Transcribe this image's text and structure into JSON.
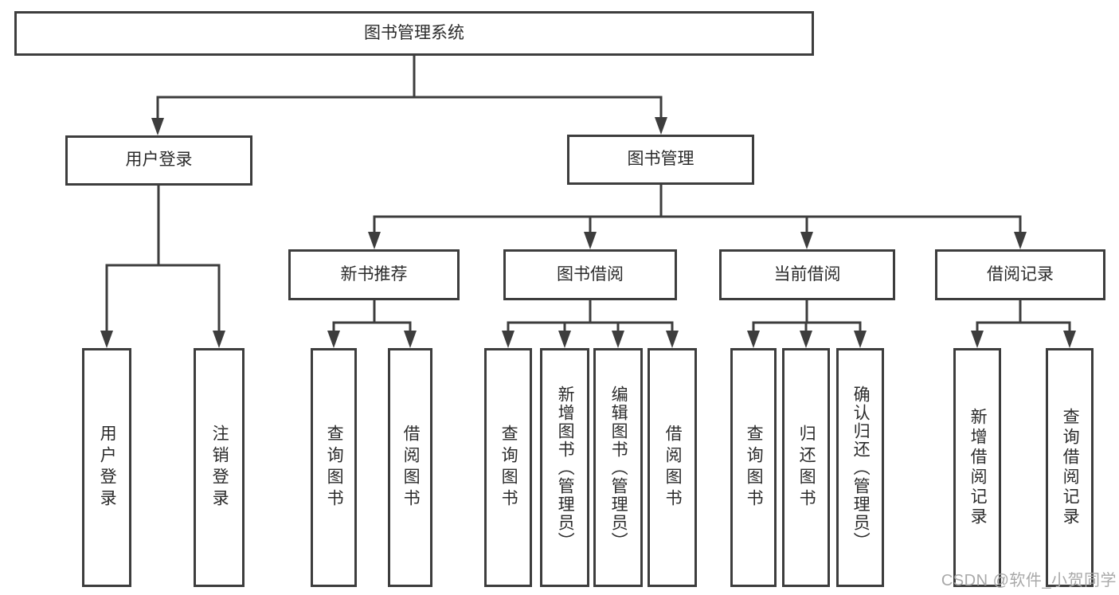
{
  "diagram": {
    "title": "图书管理系统",
    "line_color": "#3d3d3d",
    "text_color": "#2b2b2b",
    "background_color": "#ffffff",
    "nodes": [
      {
        "id": "root",
        "label": "图书管理系统",
        "orientation": "horizontal"
      },
      {
        "id": "user-login-group",
        "label": "用户登录",
        "orientation": "horizontal"
      },
      {
        "id": "book-management",
        "label": "图书管理",
        "orientation": "horizontal"
      },
      {
        "id": "new-book-recommend",
        "label": "新书推荐",
        "orientation": "horizontal"
      },
      {
        "id": "book-borrowing",
        "label": "图书借阅",
        "orientation": "horizontal"
      },
      {
        "id": "current-borrowing",
        "label": "当前借阅",
        "orientation": "horizontal"
      },
      {
        "id": "borrowing-records",
        "label": "借阅记录",
        "orientation": "horizontal"
      },
      {
        "id": "leaf-user-login",
        "label": "用户登录",
        "orientation": "vertical"
      },
      {
        "id": "leaf-logout",
        "label": "注销登录",
        "orientation": "vertical"
      },
      {
        "id": "leaf-query-book-1",
        "label": "查询图书",
        "orientation": "vertical"
      },
      {
        "id": "leaf-borrow-book-1",
        "label": "借阅图书",
        "orientation": "vertical"
      },
      {
        "id": "leaf-query-book-2",
        "label": "查询图书",
        "orientation": "vertical"
      },
      {
        "id": "leaf-add-book",
        "label": "新增图书（管理员）",
        "orientation": "vertical"
      },
      {
        "id": "leaf-edit-book",
        "label": "编辑图书（管理员）",
        "orientation": "vertical"
      },
      {
        "id": "leaf-borrow-book-2",
        "label": "借阅图书",
        "orientation": "vertical"
      },
      {
        "id": "leaf-query-book-3",
        "label": "查询图书",
        "orientation": "vertical"
      },
      {
        "id": "leaf-return-book",
        "label": "归还图书",
        "orientation": "vertical"
      },
      {
        "id": "leaf-confirm-return",
        "label": "确认归还（管理员）",
        "orientation": "vertical"
      },
      {
        "id": "leaf-add-record",
        "label": "新增借阅记录",
        "orientation": "vertical"
      },
      {
        "id": "leaf-query-record",
        "label": "查询借阅记录",
        "orientation": "vertical"
      }
    ],
    "hierarchy": [
      {
        "parent": "图书管理系统",
        "children": [
          "用户登录",
          "图书管理"
        ]
      },
      {
        "parent": "用户登录",
        "children": [
          "用户登录",
          "注销登录"
        ]
      },
      {
        "parent": "图书管理",
        "children": [
          "新书推荐",
          "图书借阅",
          "当前借阅",
          "借阅记录"
        ]
      },
      {
        "parent": "新书推荐",
        "children": [
          "查询图书",
          "借阅图书"
        ]
      },
      {
        "parent": "图书借阅",
        "children": [
          "查询图书",
          "新增图书（管理员）",
          "编辑图书（管理员）",
          "借阅图书"
        ]
      },
      {
        "parent": "当前借阅",
        "children": [
          "查询图书",
          "归还图书",
          "确认归还（管理员）"
        ]
      },
      {
        "parent": "借阅记录",
        "children": [
          "新增借阅记录",
          "查询借阅记录"
        ]
      }
    ]
  },
  "watermark": {
    "text": "CSDN @软件_小贺同学",
    "color": "#a9a9a9"
  }
}
